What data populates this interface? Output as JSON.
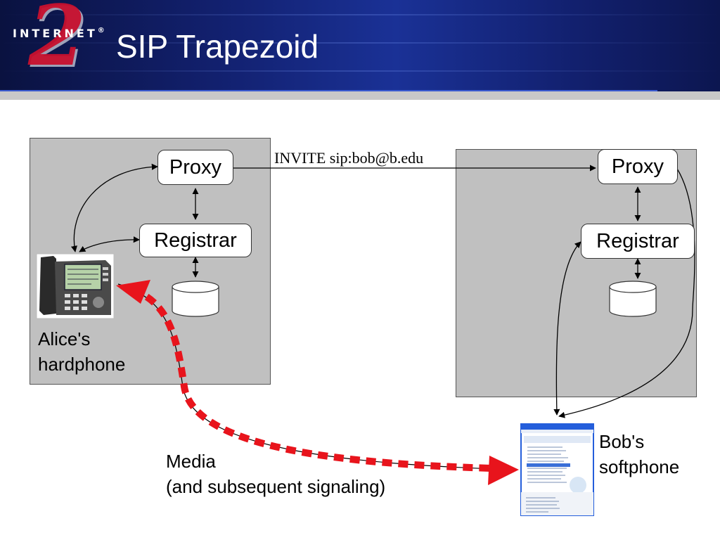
{
  "header": {
    "logo": {
      "text": "INTERNET",
      "numeral": "2",
      "mark": "®"
    },
    "title": "SIP Trapezoid"
  },
  "diagram": {
    "domain_a": {
      "proxy": "Proxy",
      "registrar": "Registrar",
      "device_label": [
        "Alice's",
        "hardphone"
      ],
      "device_icon": "ip-phone-icon"
    },
    "domain_b": {
      "proxy": "Proxy",
      "registrar": "Registrar",
      "device_label": [
        "Bob's",
        "softphone"
      ],
      "device_icon": "messenger-window-icon"
    },
    "invite_label": "INVITE sip:bob@b.edu",
    "media_label": [
      "Media",
      "(and subsequent signaling)"
    ],
    "colors": {
      "media_path": "#e8141c",
      "domain_fill": "#c0c0c0",
      "banner": "#12206e"
    }
  }
}
